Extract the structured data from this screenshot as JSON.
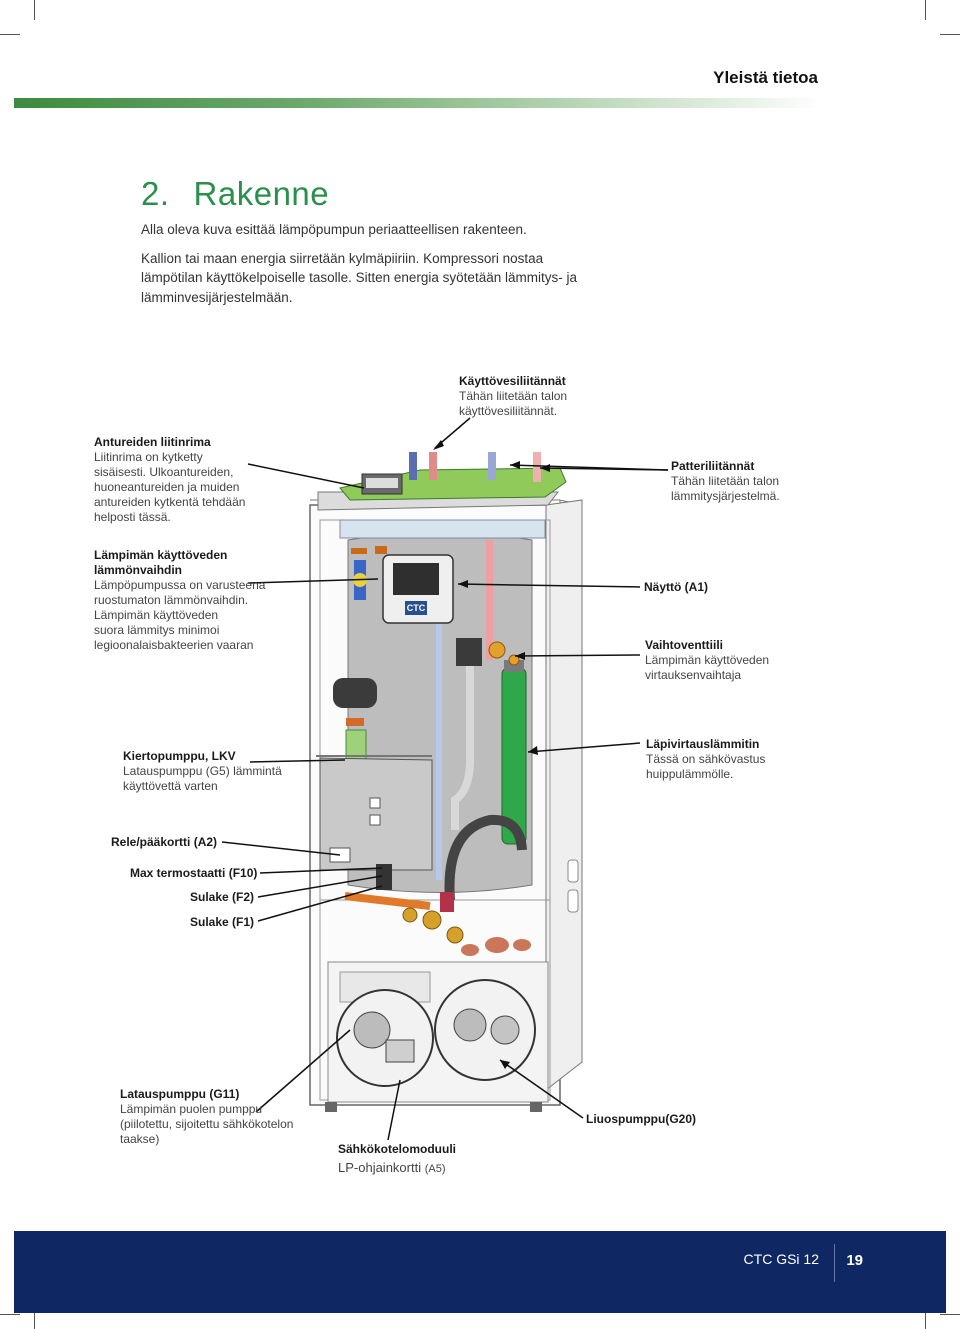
{
  "header": {
    "section_title": "Yleistä tietoa"
  },
  "heading": {
    "number": "2.",
    "title": "Rakenne"
  },
  "intro": {
    "line1": "Alla oleva kuva esittää lämpöpumpun periaatteellisen rakenteen.",
    "line2": "Kallion tai maan energia siirretään kylmäpiiriin. Kompressori nostaa",
    "line3": "lämpötilan käyttökelpoiselle tasolle. Sitten energia syötetään lämmitys- ja",
    "line4": "lämminvesijärjestelmään."
  },
  "labels": {
    "kayttovesi": {
      "title": "Käyttövesiliitännät",
      "line1": "Tähän liitetään talon",
      "line2": "käyttövesiliitännät."
    },
    "antureiden": {
      "title": "Antureiden liitinrima",
      "line1": "Liitinrima on kytketty",
      "line2": "sisäisesti. Ulkoantureiden,",
      "line3": "huoneantureiden ja muiden",
      "line4": "antureiden kytkentä tehdään",
      "line5": "helposti tässä."
    },
    "patteri": {
      "title": "Patteriliitännät",
      "line1": "Tähän liitetään talon",
      "line2": "lämmitysjärjestelmä."
    },
    "lampiman": {
      "title1": "Lämpimän käyttöveden",
      "title2": "lämmönvaihdin",
      "line1": "Lämpöpumpussa on varusteena",
      "line2": "ruostumaton lämmönvaihdin.",
      "line3": "Lämpimän käyttöveden",
      "line4": "suora lämmitys minimoi",
      "line5": "legioonalaisbakteerien vaaran"
    },
    "naytto": {
      "title": "Näyttö (A1)"
    },
    "vaihto": {
      "title": "Vaihtoventtiili",
      "line1": "Lämpimän käyttöveden",
      "line2": "virtauksenvaihtaja"
    },
    "kierto": {
      "title": "Kiertopumppu, LKV",
      "line1": "Latauspumppu (G5) lämmintä",
      "line2": "käyttövettä varten"
    },
    "lapi": {
      "title": "Läpivirtauslämmitin",
      "line1": "Tässä on sähkövastus",
      "line2": "huippulämmölle."
    },
    "rele": {
      "title": "Rele/pääkortti (A2)"
    },
    "max": {
      "title": "Max termostaatti (F10)"
    },
    "sulake2": {
      "title": "Sulake (F2)"
    },
    "sulake1": {
      "title": "Sulake (F1)"
    },
    "lataus": {
      "title": "Latauspumppu (G11)",
      "line1": "Lämpimän puolen pumppu",
      "line2": "(piilotettu, sijoitettu sähkökotelon",
      "line3": "taakse)"
    },
    "sahko": {
      "title": "Sähkökotelomoduuli",
      "line1": "LP-ohjainkortti",
      "line1b": "(A5)"
    },
    "liuos": {
      "title": "Liuospumppu(G20)"
    }
  },
  "device": {
    "logo": "CTC"
  },
  "footer": {
    "model": "CTC GSi 12",
    "page": "19"
  },
  "colors": {
    "heading_green": "#2b8f4e",
    "footer_navy": "#0f2763",
    "board_green": "#7cc04a"
  }
}
